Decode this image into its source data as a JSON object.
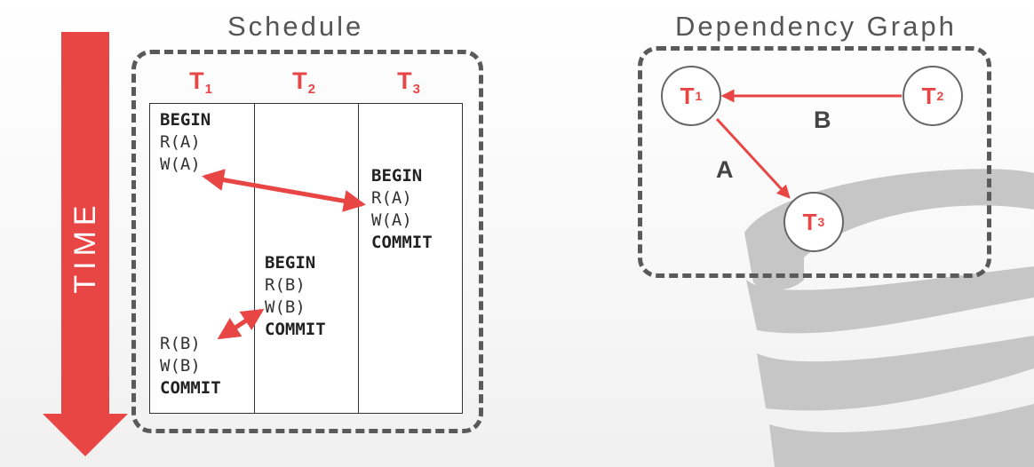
{
  "schedule": {
    "title": "Schedule",
    "columns": [
      {
        "name": "T",
        "sub": "1"
      },
      {
        "name": "T",
        "sub": "2"
      },
      {
        "name": "T",
        "sub": "3"
      }
    ],
    "t1_ops": [
      "BEGIN",
      "R(A)",
      "W(A)",
      "R(B)",
      "W(B)",
      "COMMIT"
    ],
    "t2_ops": [
      "BEGIN",
      "R(B)",
      "W(B)",
      "COMMIT"
    ],
    "t3_ops": [
      "BEGIN",
      "R(A)",
      "W(A)",
      "COMMIT"
    ]
  },
  "time_label": "TIME",
  "graph": {
    "title": "Dependency Graph",
    "nodes": [
      {
        "name": "T",
        "sub": "1"
      },
      {
        "name": "T",
        "sub": "2"
      },
      {
        "name": "T",
        "sub": "3"
      }
    ],
    "edges": [
      {
        "from": "T2",
        "to": "T1",
        "label": "B"
      },
      {
        "from": "T1",
        "to": "T3",
        "label": "A"
      }
    ]
  },
  "colors": {
    "accent": "#e84545",
    "frame": "#5a5a5a",
    "text": "#333333",
    "background_logo": "#c4c4c4"
  }
}
